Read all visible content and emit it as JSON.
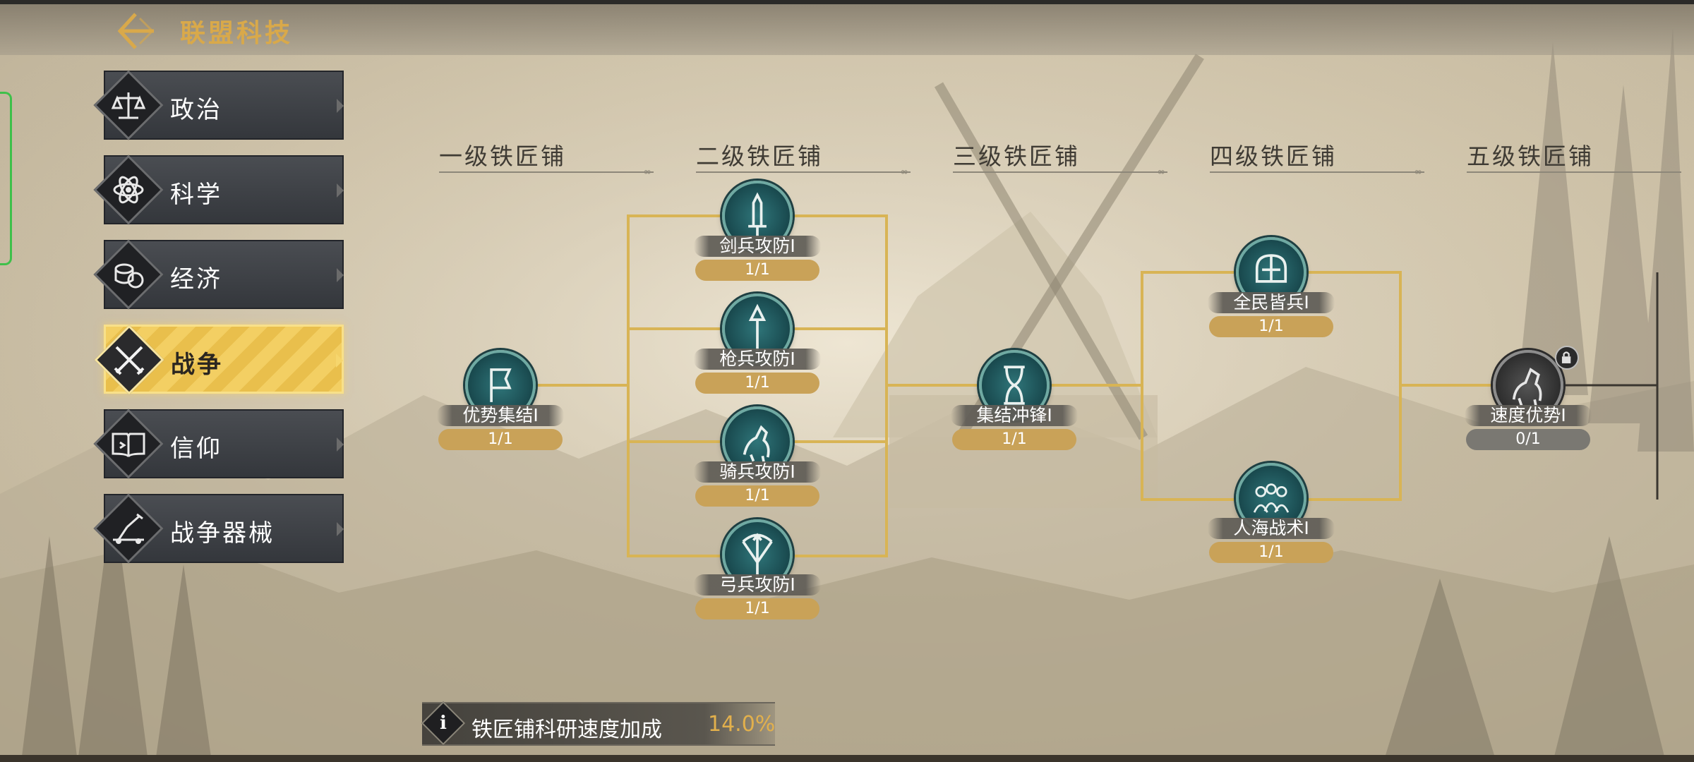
{
  "header": {
    "title": "联盟科技"
  },
  "categories": [
    {
      "id": "politics",
      "label": "政治",
      "icon": "scales-icon",
      "active": false
    },
    {
      "id": "science",
      "label": "科学",
      "icon": "atom-icon",
      "active": false
    },
    {
      "id": "economy",
      "label": "经济",
      "icon": "coins-icon",
      "active": false
    },
    {
      "id": "war",
      "label": "战争",
      "icon": "crossed-swords-icon",
      "active": true
    },
    {
      "id": "faith",
      "label": "信仰",
      "icon": "book-icon",
      "active": false
    },
    {
      "id": "siege",
      "label": "战争器械",
      "icon": "catapult-icon",
      "active": false
    }
  ],
  "tiers": [
    "一级铁匠铺",
    "二级铁匠铺",
    "三级铁匠铺",
    "四级铁匠铺",
    "五级铁匠铺"
  ],
  "nodes": [
    {
      "name": "优势集结I",
      "level": "1/1",
      "icon": "banner-icon",
      "locked": false
    },
    {
      "name": "剑兵攻防I",
      "level": "1/1",
      "icon": "sword-icon",
      "locked": false
    },
    {
      "name": "枪兵攻防I",
      "level": "1/1",
      "icon": "spear-icon",
      "locked": false
    },
    {
      "name": "骑兵攻防I",
      "level": "1/1",
      "icon": "knight-icon",
      "locked": false
    },
    {
      "name": "弓兵攻防I",
      "level": "1/1",
      "icon": "bow-icon",
      "locked": false
    },
    {
      "name": "集结冲锋I",
      "level": "1/1",
      "icon": "hourglass-icon",
      "locked": false
    },
    {
      "name": "全民皆兵I",
      "level": "1/1",
      "icon": "helmet-icon",
      "locked": false
    },
    {
      "name": "人海战术I",
      "level": "1/1",
      "icon": "crowd-icon",
      "locked": false
    },
    {
      "name": "速度优势I",
      "level": "0/1",
      "icon": "horse-icon",
      "locked": true
    }
  ],
  "bonus": {
    "label": "铁匠铺科研速度加成",
    "value": "14.0%"
  },
  "colors": {
    "accent": "#d9a94a",
    "line": "#d8b455",
    "node": "#1c4f54",
    "level_badge": "#c9a258"
  }
}
